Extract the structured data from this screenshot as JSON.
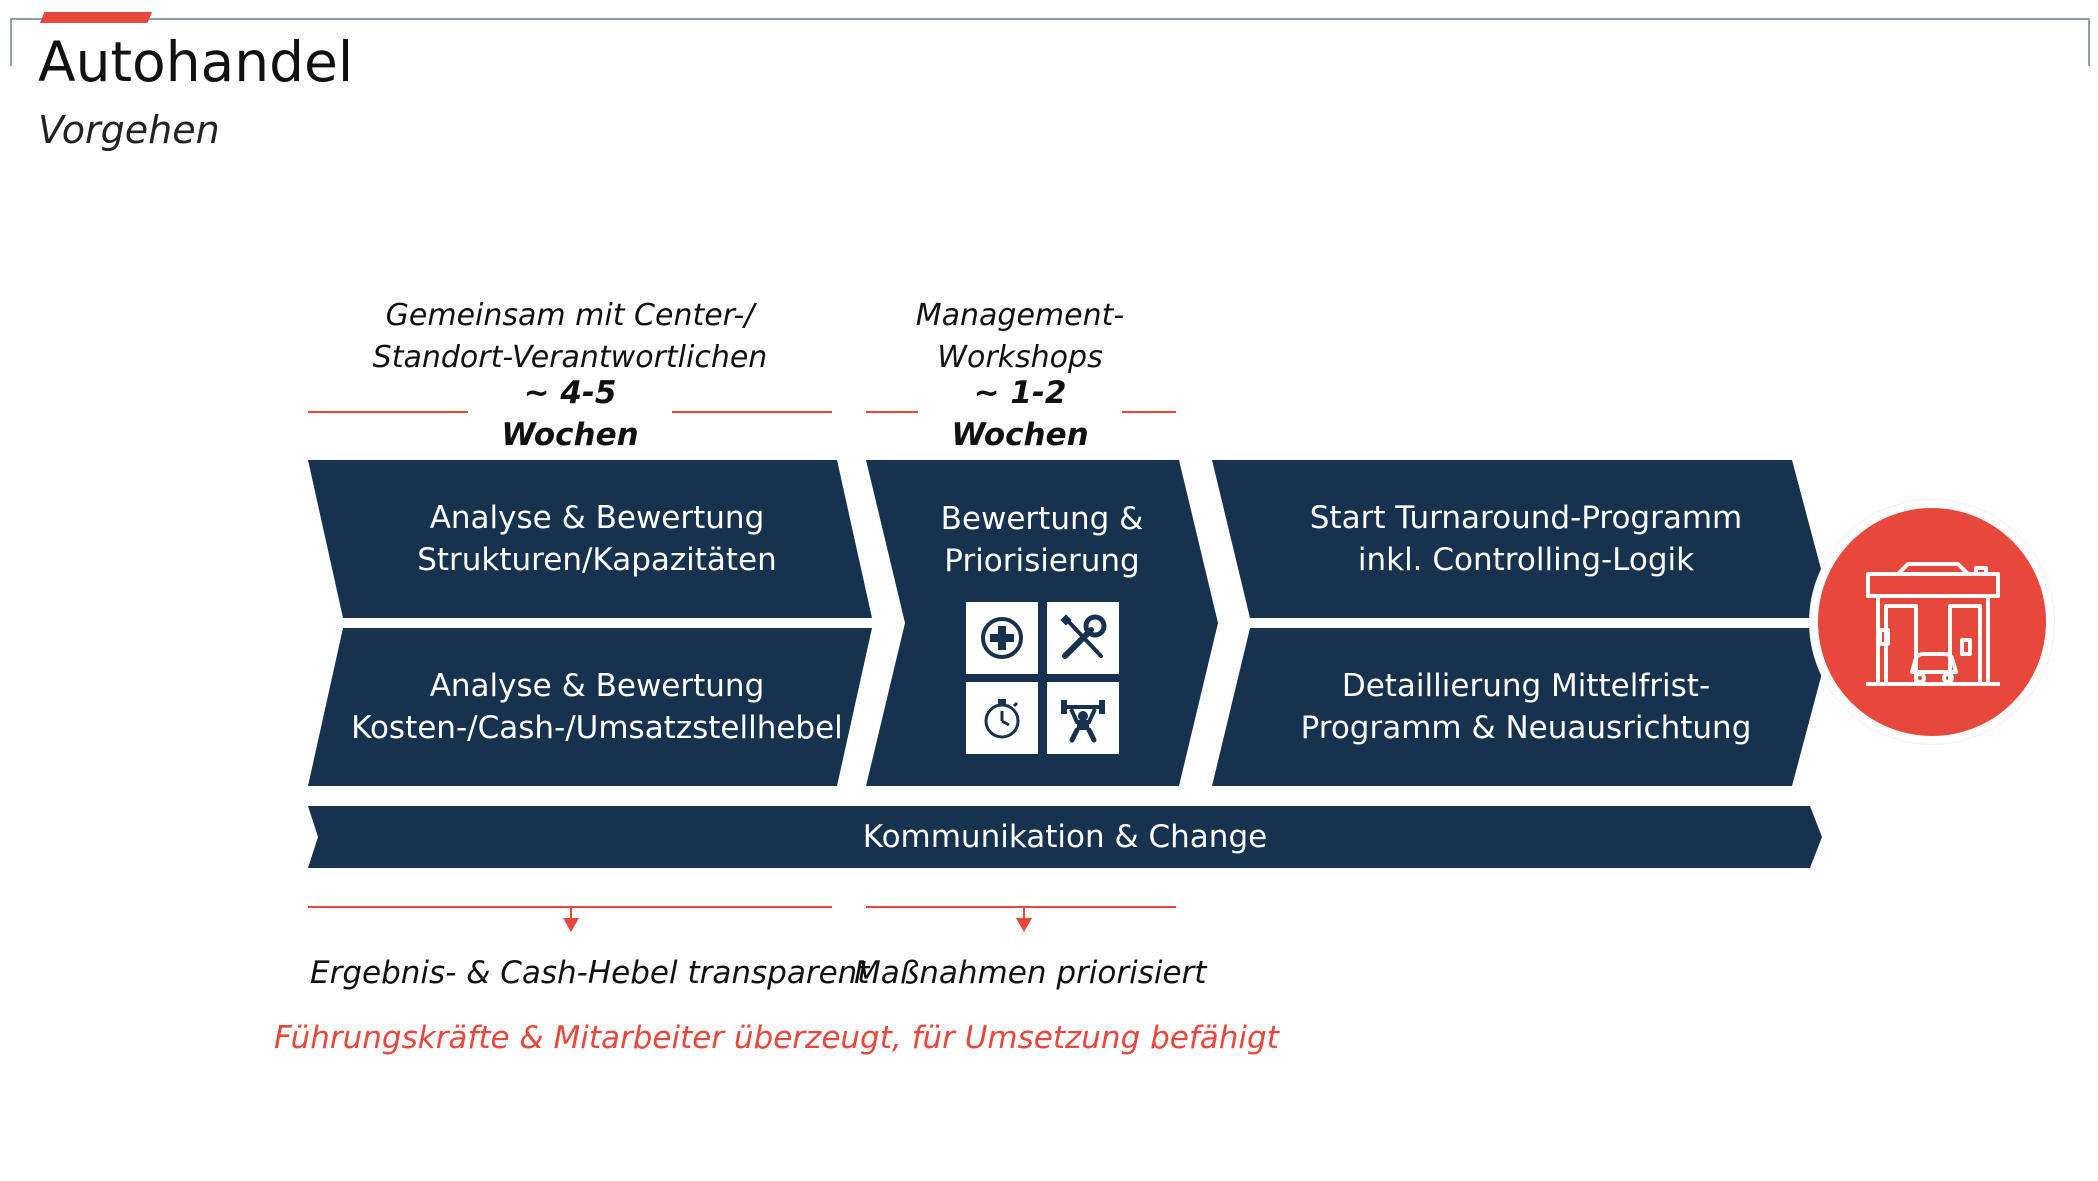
{
  "header": {
    "title": "Autohandel",
    "subtitle": "Vorgehen"
  },
  "phases": [
    {
      "note": "Gemeinsam mit Center-/\nStandort-Verantwortlichen",
      "duration": "~ 4-5\nWochen",
      "outcome": "Ergebnis- & Cash-Hebel transparent"
    },
    {
      "note": "Management-\nWorkshops",
      "duration": "~ 1-2\nWochen",
      "outcome": "Maßnahmen priorisiert"
    }
  ],
  "steps": {
    "analysis_structures": "Analyse & Bewertung\nStrukturen/Kapazitäten",
    "analysis_costs": "Analyse & Bewertung\nKosten-/Cash-/Umsatzstellhebel",
    "prioritization": "Bewertung &\nPriorisierung",
    "start_program": "Start Turnaround-Programm\ninkl. Controlling-Logik",
    "detailing": "Detaillierung Mittelfrist-\nProgramm & Neuausrichtung",
    "communication": "Kommunikation & Change"
  },
  "icons": [
    "medical-cross-icon",
    "tools-icon",
    "stopwatch-icon",
    "weightlifter-icon",
    "car-dealership-icon"
  ],
  "final_outcome": "Führungskräfte & Mitarbeiter überzeugt, für Umsetzung befähigt",
  "colors": {
    "navy": "#17324f",
    "accent": "#e8483b"
  }
}
